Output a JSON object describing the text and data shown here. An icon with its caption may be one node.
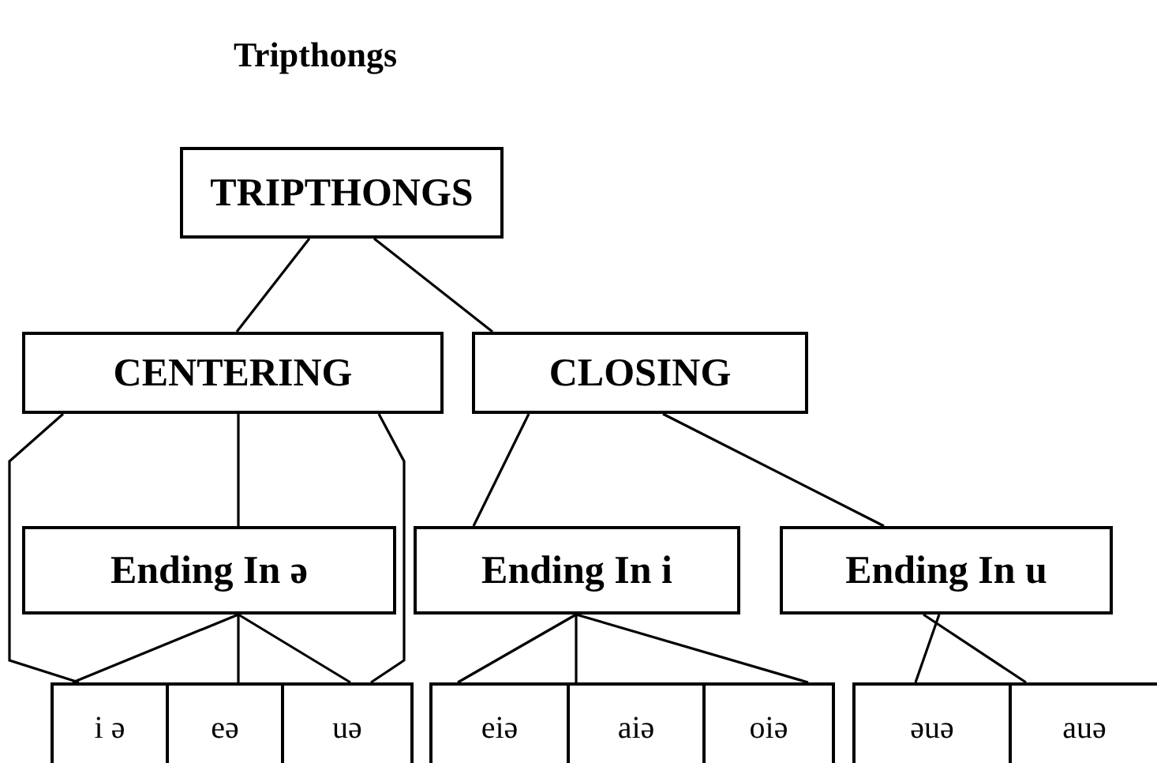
{
  "diagram": {
    "title": "Tripthongs",
    "nodes": [
      {
        "text": [
          "TRIPTHONGS"
        ]
      },
      {
        "text": [
          "CENTERING"
        ]
      },
      {
        "text": [
          "CLOSING"
        ]
      },
      {
        "text": [
          "Ending In ə"
        ]
      },
      {
        "text": [
          "Ending In i"
        ]
      },
      {
        "text": [
          "Ending In u"
        ]
      },
      {
        "text": [
          "i ə"
        ]
      },
      {
        "text": [
          "eə"
        ]
      },
      {
        "text": [
          "uə"
        ]
      },
      {
        "text": [
          "eiə"
        ]
      },
      {
        "text": [
          "aiə"
        ]
      },
      {
        "text": [
          "oiə"
        ]
      },
      {
        "text": [
          "əuə"
        ]
      },
      {
        "text": [
          "auə"
        ]
      }
    ],
    "edges": [
      {
        "from": 0,
        "to": 1,
        "arrow": "none"
      },
      {
        "from": 0,
        "to": 2,
        "arrow": "none"
      },
      {
        "from": 1,
        "to": 3,
        "arrow": "none"
      },
      {
        "from": 1,
        "to": 6,
        "arrow": "none"
      },
      {
        "from": 1,
        "to": 8,
        "arrow": "none"
      },
      {
        "from": 2,
        "to": 4,
        "arrow": "none"
      },
      {
        "from": 2,
        "to": 5,
        "arrow": "none"
      },
      {
        "from": 3,
        "to": 6,
        "arrow": "none"
      },
      {
        "from": 3,
        "to": 7,
        "arrow": "none"
      },
      {
        "from": 3,
        "to": 8,
        "arrow": "none"
      },
      {
        "from": 4,
        "to": 9,
        "arrow": "none"
      },
      {
        "from": 4,
        "to": 10,
        "arrow": "none"
      },
      {
        "from": 4,
        "to": 11,
        "arrow": "none"
      },
      {
        "from": 5,
        "to": 12,
        "arrow": "none"
      },
      {
        "from": 5,
        "to": 13,
        "arrow": "none"
      }
    ]
  }
}
